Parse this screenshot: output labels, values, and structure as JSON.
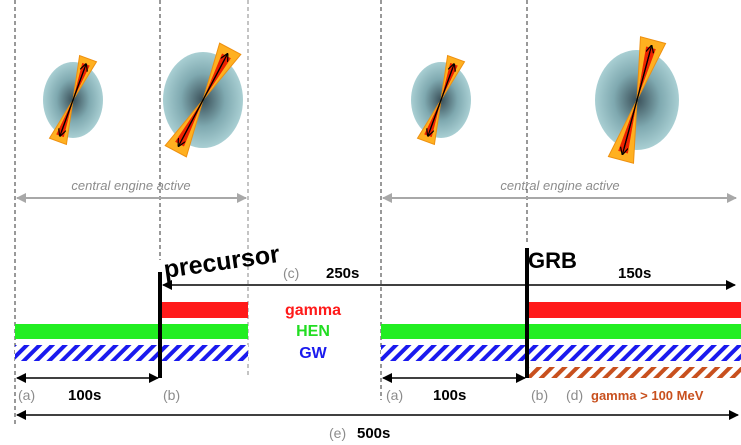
{
  "colors": {
    "gamma": "#ff1a1a",
    "hen": "#22ee22",
    "gw": "#1a1aee",
    "gamma_high": "#c8501e",
    "engine": "#a8a8a8",
    "annotation_grey": "#8c8c8c",
    "cone_outer": "#ffb020",
    "cone_inner": "#ee2200",
    "sphere": "#9cc4c8"
  },
  "labels": {
    "engine_left": "central engine active",
    "engine_right": "central engine active",
    "precursor": "precursor",
    "grb": "GRB",
    "legend_gamma": "gamma",
    "legend_hen": "HEN",
    "legend_gw": "GW",
    "c_marker": "(c)",
    "c_value": "250s",
    "dur_150": "150s",
    "a_left": "(a)",
    "dur_100_left": "100s",
    "b_left": "(b)",
    "a_right": "(a)",
    "dur_100_right": "100s",
    "b_right": "(b)",
    "d_marker": "(d)",
    "d_text": "gamma > 100 MeV",
    "e_marker": "(e)",
    "e_value": "500s"
  }
}
